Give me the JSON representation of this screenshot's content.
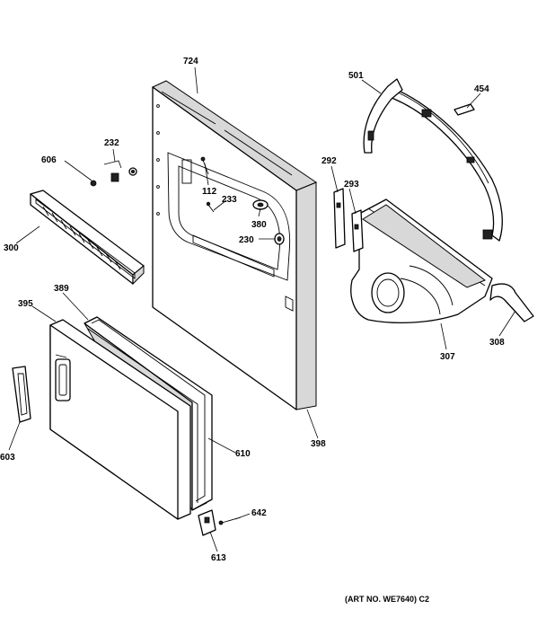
{
  "labels": {
    "l724": "724",
    "l501": "501",
    "l454": "454",
    "l232": "232",
    "l606": "606",
    "l112": "112",
    "l233": "233",
    "l292": "292",
    "l293": "293",
    "l380": "380",
    "l230": "230",
    "l300": "300",
    "l389": "389",
    "l395": "395",
    "l307": "307",
    "l308": "308",
    "l398": "398",
    "l610": "610",
    "l603": "603",
    "l642": "642",
    "l613": "613"
  },
  "art_no": "(ART NO. WE7640) C2"
}
